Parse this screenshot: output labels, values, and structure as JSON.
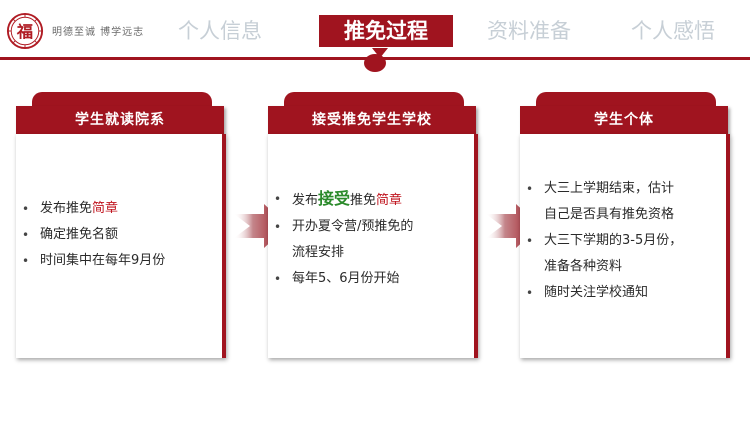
{
  "header": {
    "logo_glyph": "福",
    "motto": "明德至诚 博学远志",
    "tabs": [
      {
        "label": "个人信息",
        "active": false
      },
      {
        "label": "推免过程",
        "active": true
      },
      {
        "label": "资料准备",
        "active": false
      },
      {
        "label": "个人感悟",
        "active": false
      }
    ]
  },
  "colors": {
    "accent": "#a0141f",
    "tab_inactive": "#c7cfd6",
    "highlight_red": "#c0141e",
    "highlight_green": "#2a8a2a"
  },
  "cards": [
    {
      "title": "学生就读院系",
      "items": [
        {
          "parts": [
            {
              "text": "发布推免"
            },
            {
              "text": "简章",
              "style": "red"
            }
          ]
        },
        {
          "parts": [
            {
              "text": "确定推免名额"
            }
          ]
        },
        {
          "parts": [
            {
              "text": "时间集中在每年9月份"
            }
          ]
        }
      ]
    },
    {
      "title": "接受推免学生学校",
      "items": [
        {
          "parts": [
            {
              "text": "发布"
            },
            {
              "text": "接受",
              "style": "green"
            },
            {
              "text": "推免"
            },
            {
              "text": "简章",
              "style": "red"
            }
          ]
        },
        {
          "parts": [
            {
              "text": "开办夏令营/预推免的"
            }
          ],
          "cont": "流程安排"
        },
        {
          "parts": [
            {
              "text": "每年5、6月份开始"
            }
          ]
        }
      ]
    },
    {
      "title": "学生个体",
      "items": [
        {
          "parts": [
            {
              "text": "大三上学期结束，估计"
            }
          ],
          "cont": "自己是否具有推免资格"
        },
        {
          "parts": [
            {
              "text": "大三下学期的3-5月份，"
            }
          ],
          "cont": "准备各种资料"
        },
        {
          "parts": [
            {
              "text": "随时关注学校通知"
            }
          ]
        }
      ]
    }
  ],
  "bullet_char": "•"
}
